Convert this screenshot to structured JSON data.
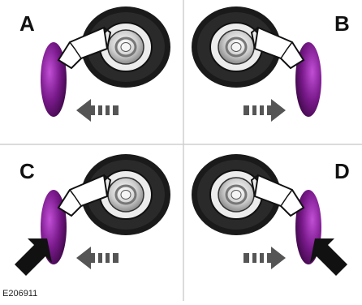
{
  "panels": [
    {
      "label": "A"
    },
    {
      "label": "B"
    },
    {
      "label": "C"
    },
    {
      "label": "D"
    }
  ],
  "figure_id": "E206911",
  "colors": {
    "door": "#7a1a8c",
    "door_dark": "#4a0a5a",
    "gasket": "#1a1a1a",
    "cap": "#c8c8c8",
    "arrow_gray": "#555555",
    "arrow_black": "#111111",
    "divider": "#cfcfcf"
  },
  "icons": [
    "fuel-filler-housing-icon",
    "fuel-door-icon",
    "open-direction-arrow-icon",
    "press-arrow-icon"
  ]
}
